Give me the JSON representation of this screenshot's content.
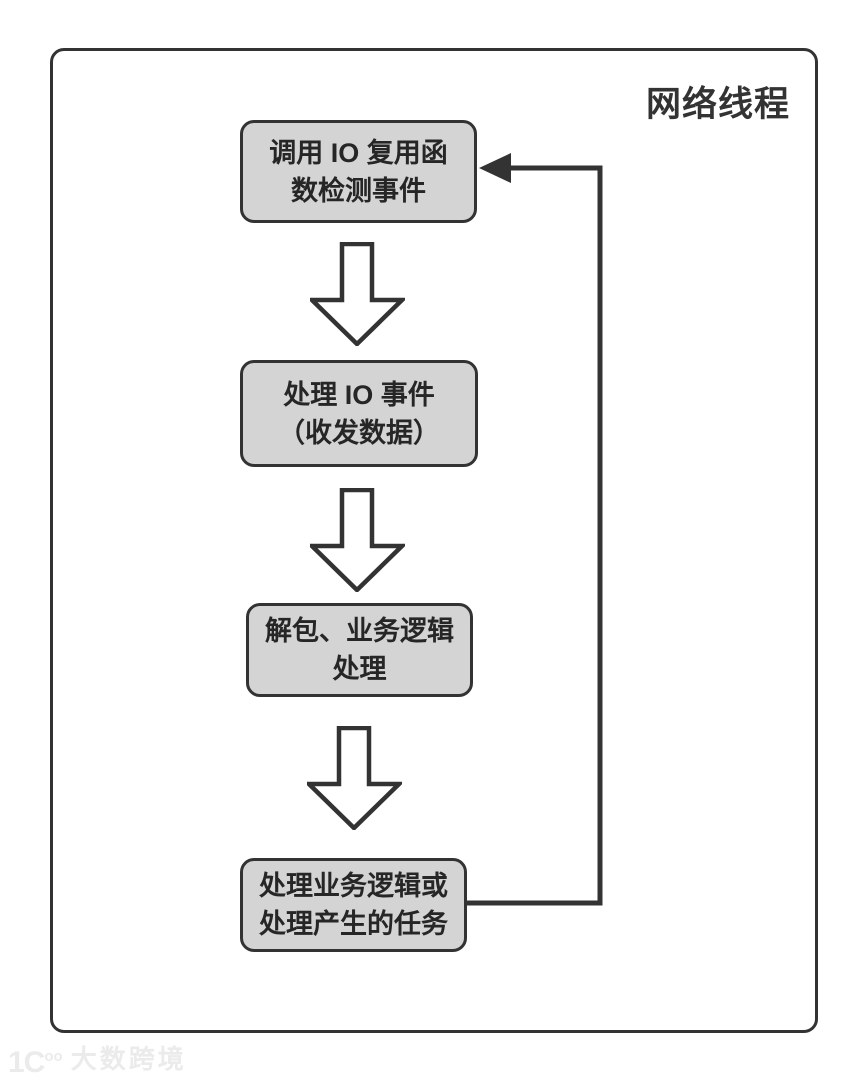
{
  "title": "网络线程",
  "nodes": [
    {
      "id": "call-io-multiplex",
      "label": "调用 IO 复用函\n数检测事件"
    },
    {
      "id": "handle-io-events",
      "label": "处理 IO 事件\n（收发数据）"
    },
    {
      "id": "unpack-business-logic",
      "label": "解包、业务逻辑\n处理"
    },
    {
      "id": "handle-generated-tasks",
      "label": "处理业务逻辑或\n处理产生的任务"
    }
  ],
  "edges": [
    {
      "from": "call-io-multiplex",
      "to": "handle-io-events",
      "type": "block-arrow-down"
    },
    {
      "from": "handle-io-events",
      "to": "unpack-business-logic",
      "type": "block-arrow-down"
    },
    {
      "from": "unpack-business-logic",
      "to": "handle-generated-tasks",
      "type": "block-arrow-down"
    },
    {
      "from": "handle-generated-tasks",
      "to": "call-io-multiplex",
      "type": "loop-line-arrow"
    }
  ],
  "watermark": {
    "logo_main": "1Ϲ",
    "logo_sup": "oo",
    "brand": "大数跨境"
  },
  "colors": {
    "background": "#ffffff",
    "stroke": "#333333",
    "node_fill": "#d4d4d4",
    "node_text": "#262626",
    "title_text": "#333333",
    "watermark_text": "#ebebeb"
  }
}
